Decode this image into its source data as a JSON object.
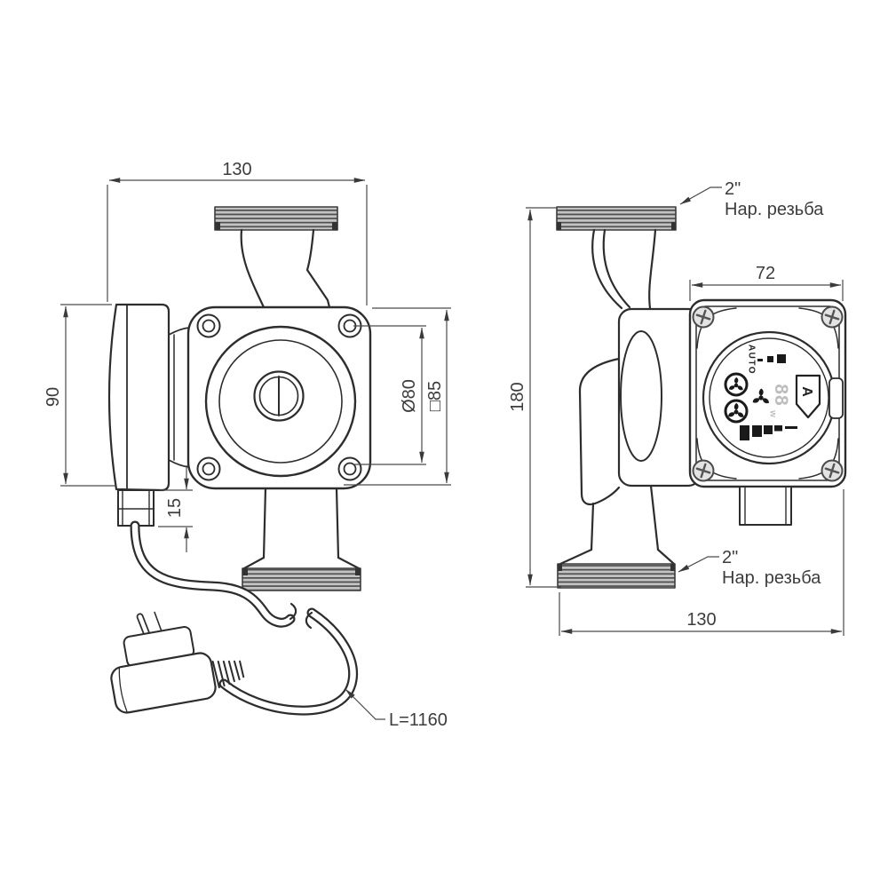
{
  "front_view": {
    "width_dim": "130",
    "height_dim": "90",
    "gland_offset_dim": "15",
    "impeller_diameter_dim": "Ø80",
    "flange_square_dim": "□85",
    "cable_length_label": "L=1160"
  },
  "side_view": {
    "height_dim": "180",
    "control_box_width_dim": "72",
    "width_dim": "130",
    "thread_top_size": "2\"",
    "thread_top_type": "Нар. резьба",
    "thread_bottom_size": "2\"",
    "thread_bottom_type": "Нар. резьба"
  },
  "control_panel": {
    "auto_label": "AUTO",
    "power_value": "88",
    "power_unit": "w",
    "display_letter": "A"
  },
  "colors": {
    "outline": "#2d2d2d",
    "dimension": "#4a4a4a",
    "thread_fill": "#c3c3c3",
    "thread_stripe": "#4e4e4e",
    "panel_text_gray": "#bdbdbd"
  }
}
